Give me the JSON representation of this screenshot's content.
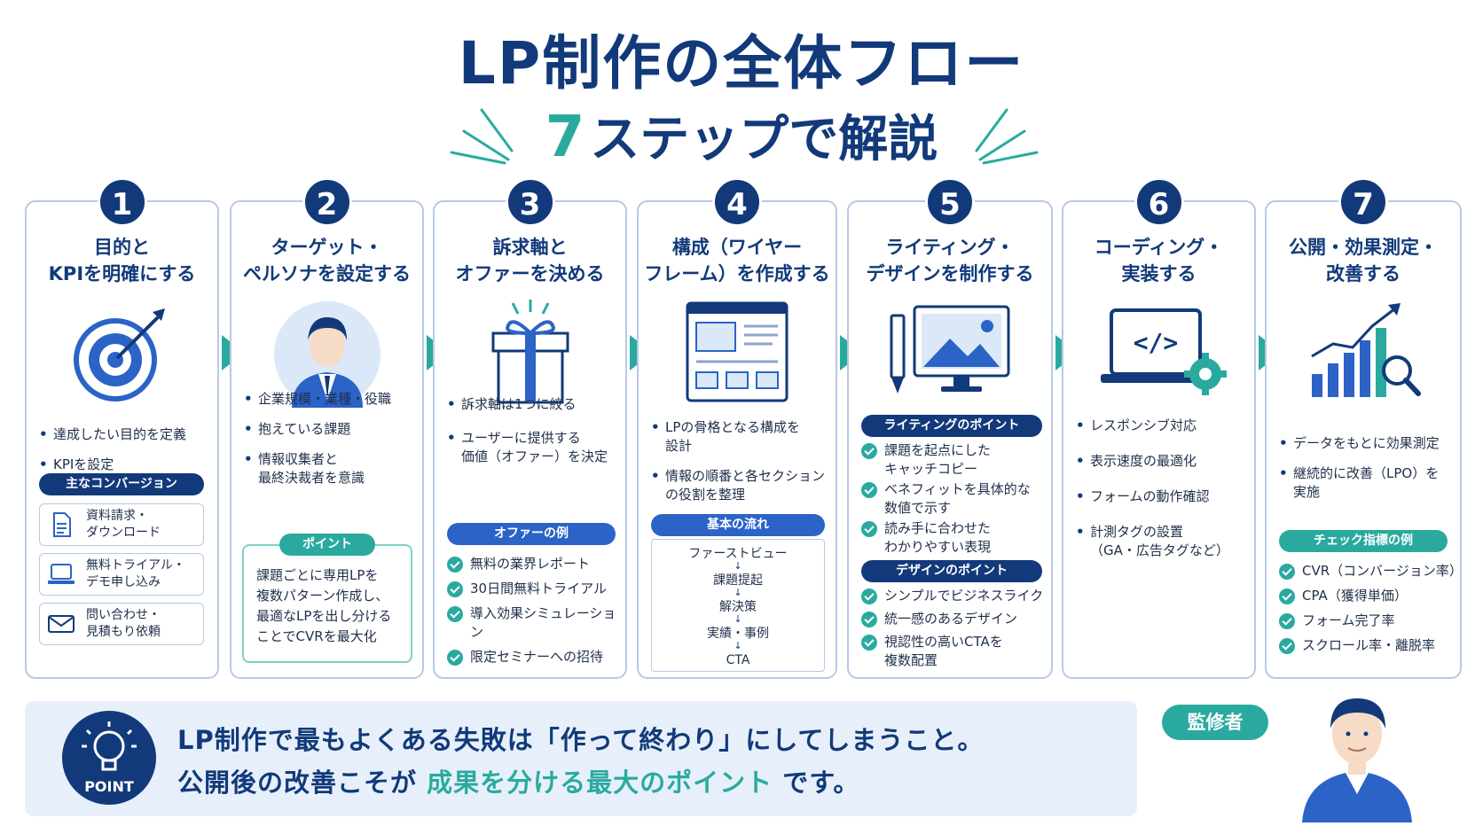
{
  "header": {
    "title": "LP制作の全体フロー",
    "subtitle_num": "7",
    "subtitle_rest": "ステップで解説"
  },
  "colors": {
    "navy": "#123a7a",
    "teal": "#2aaa9f",
    "blue": "#2b63c7",
    "light_blue": "#e7f0fa"
  },
  "steps": [
    {
      "number": "1",
      "title": "目的と\nKPIを明確にする",
      "icon": "target-icon",
      "bullets": [
        "達成したい目的を定義",
        "KPIを設定"
      ],
      "sub_label": "主なコンバージョン",
      "conversions": [
        {
          "icon": "document-icon",
          "label": "資料請求・\nダウンロード"
        },
        {
          "icon": "laptop-icon",
          "label": "無料トライアル・\nデモ申し込み"
        },
        {
          "icon": "mail-icon",
          "label": "問い合わせ・\n見積もり依頼"
        }
      ]
    },
    {
      "number": "2",
      "title": "ターゲット・\nペルソナを設定する",
      "icon": "persona-icon",
      "bullets": [
        "企業規模・業種・役職",
        "抱えている課題",
        "情報収集者と\n最終決裁者を意識"
      ],
      "point_label": "ポイント",
      "point_text": "課題ごとに専用LPを\n複数パターン作成し、\n最適なLPを出し分ける\nことでCVRを最大化"
    },
    {
      "number": "3",
      "title": "訴求軸と\nオファーを決める",
      "icon": "gift-icon",
      "bullets": [
        "訴求軸は1つに絞る",
        "ユーザーに提供する\n価値（オファー）を決定"
      ],
      "sub_label": "オファーの例",
      "checks": [
        "無料の業界レポート",
        "30日間無料トライアル",
        "導入効果シミュレーション",
        "限定セミナーへの招待"
      ]
    },
    {
      "number": "4",
      "title": "構成（ワイヤー\nフレーム）を作成する",
      "icon": "wireframe-icon",
      "bullets": [
        "LPの骨格となる構成を\n設計",
        "情報の順番と各セクション\nの役割を整理"
      ],
      "sub_label": "基本の流れ",
      "flow": [
        "ファーストビュー",
        "課題提起",
        "解決策",
        "実績・事例",
        "CTA"
      ]
    },
    {
      "number": "5",
      "title": "ライティング・\nデザインを制作する",
      "icon": "design-monitor-icon",
      "sub_label_1": "ライティングのポイント",
      "checks_1": [
        "課題を起点にした\nキャッチコピー",
        "ベネフィットを具体的な\n数値で示す",
        "読み手に合わせた\nわかりやすい表現"
      ],
      "sub_label_2": "デザインのポイント",
      "checks_2": [
        "シンプルでビジネスライク",
        "統一感のあるデザイン",
        "視認性の高いCTAを\n複数配置"
      ]
    },
    {
      "number": "6",
      "title": "コーディング・\n実装する",
      "icon": "code-laptop-icon",
      "bullets": [
        "レスポンシブ対応",
        "表示速度の最適化",
        "フォームの動作確認",
        "計測タグの設置\n（GA・広告タグなど）"
      ]
    },
    {
      "number": "7",
      "title": "公開・効果測定・\n改善する",
      "icon": "growth-chart-icon",
      "bullets": [
        "データをもとに効果測定",
        "継続的に改善（LPO）を\n実施"
      ],
      "sub_label": "チェック指標の例",
      "checks": [
        "CVR（コンバージョン率）",
        "CPA（獲得単価）",
        "フォーム完了率",
        "スクロール率・離脱率"
      ]
    }
  ],
  "banner": {
    "icon_label": "POINT",
    "line1": "LP制作で最もよくある失敗は「作って終わり」にしてしまうこと。",
    "line2_pre": "公開後の改善こそが",
    "line2_highlight": "成果を分ける最大のポイント",
    "line2_post": "です。"
  },
  "supervisor": {
    "label": "監修者"
  }
}
